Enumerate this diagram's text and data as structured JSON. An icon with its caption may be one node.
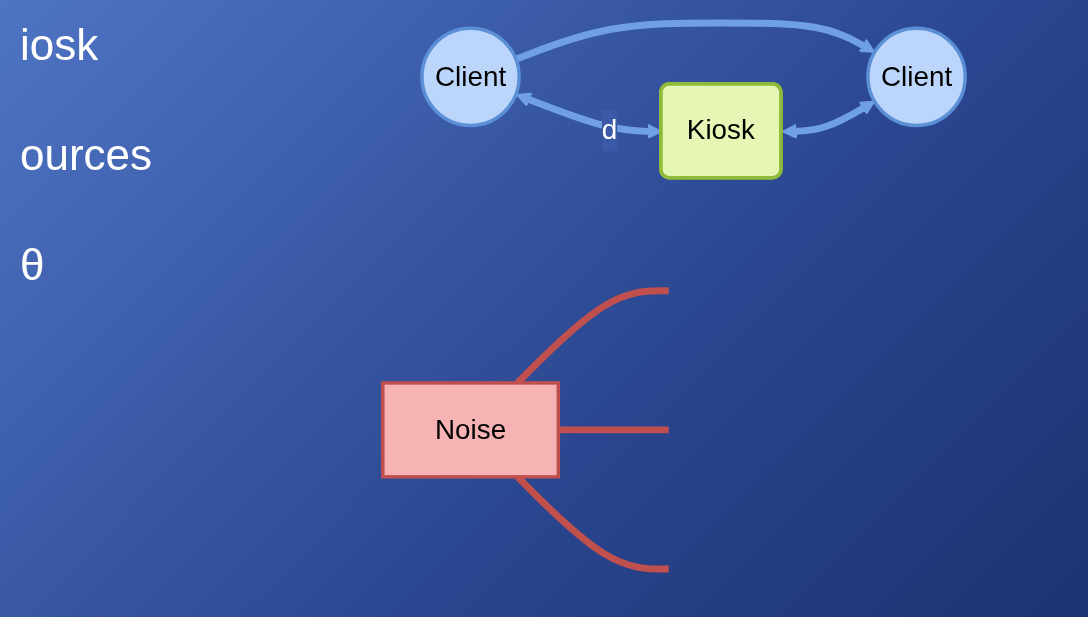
{
  "diagram": {
    "nodes": [
      {
        "text": [
          "Client"
        ]
      },
      {
        "text": [
          "Client"
        ]
      },
      {
        "text": [
          "Kiosk"
        ]
      },
      {
        "text": [
          "Noise"
        ]
      }
    ],
    "edges": [
      {
        "from": 0,
        "to": 1,
        "arrow": "to"
      },
      {
        "from": 0,
        "to": 2,
        "arrow": "both",
        "label": "d"
      },
      {
        "from": 2,
        "to": 1,
        "arrow": "both"
      },
      {
        "from": 3,
        "to": null,
        "arrow": "none",
        "color": "#c0504d"
      },
      {
        "from": 3,
        "to": null,
        "arrow": "none",
        "color": "#c0504d"
      },
      {
        "from": 3,
        "to": null,
        "arrow": "none",
        "color": "#c0504d"
      }
    ],
    "labels": [
      "iosk",
      "ources",
      "θ"
    ]
  }
}
